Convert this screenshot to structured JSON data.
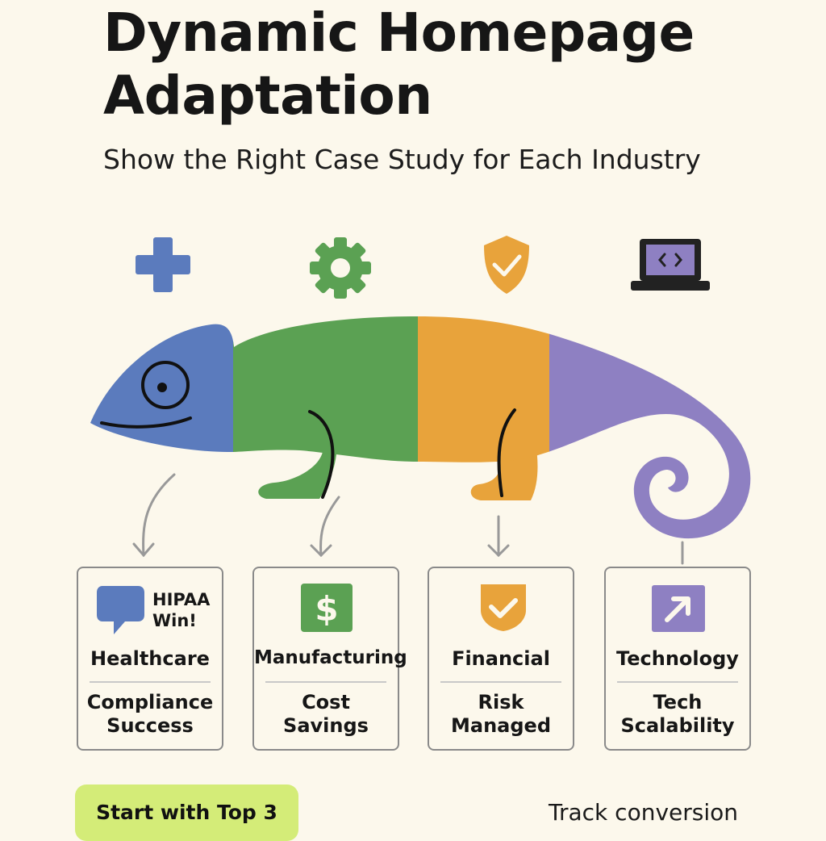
{
  "header": {
    "title_line1": "Dynamic Homepage",
    "title_line2": "Adaptation",
    "subtitle": "Show the Right Case Study for Each Industry"
  },
  "top_icons": [
    {
      "icon": "medical-cross-icon",
      "color": "#5b7bbd"
    },
    {
      "icon": "gear-icon",
      "color": "#5ba153"
    },
    {
      "icon": "shield-check-icon",
      "color": "#e8a33b"
    },
    {
      "icon": "laptop-code-icon",
      "color": "#8e80c2"
    }
  ],
  "chameleon": {
    "colors": {
      "head": "#5b7bbd",
      "body": "#5ba153",
      "middle": "#e8a33b",
      "tail": "#8e80c2"
    }
  },
  "cards": [
    {
      "industry": "Healthcare",
      "outcome_line1": "Compliance",
      "outcome_line2": "Success",
      "icon": "speech-bubble-icon",
      "color": "#5b7bbd",
      "badge_line1": "HIPAA",
      "badge_line2": "Win!"
    },
    {
      "industry": "Manufacturing",
      "outcome_line1": "Cost",
      "outcome_line2": "Savings",
      "icon": "dollar-icon",
      "color": "#5ba153",
      "glyph": "$"
    },
    {
      "industry": "Financial",
      "outcome_line1": "Risk",
      "outcome_line2": "Managed",
      "icon": "checkmark-shield-icon",
      "color": "#e8a33b"
    },
    {
      "industry": "Technology",
      "outcome_line1": "Tech",
      "outcome_line2": "Scalability",
      "icon": "arrow-up-right-icon",
      "color": "#8e80c2"
    }
  ],
  "footer": {
    "cta_label": "Start with Top 3",
    "track_label": "Track conversion",
    "cta_color": "#d4ec78"
  }
}
